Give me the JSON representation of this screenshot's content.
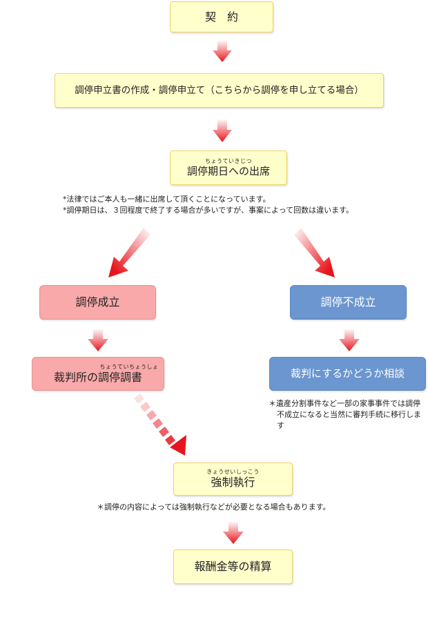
{
  "steps": {
    "contract": "契　約",
    "application": "調停申立書の作成・調停申立て（こちらから調停を申し立てる場合）",
    "hearing": "調停期日への出席",
    "hearing_ruby": "ちょうていきじつ",
    "success": "調停成立",
    "failure": "調停不成立",
    "record": "裁判所の調停調書",
    "record_ruby": "ちょうていちょうしょ",
    "judgment": "裁判にするかどうか相談",
    "enforcement": "強制執行",
    "enforcement_ruby": "きょうせいしっこう",
    "settlement": "報酬金等の精算"
  },
  "notes": {
    "hearing_note_1": "*法律ではご本人も一緒に出席して頂くことになっています。",
    "hearing_note_2": "*調停期日は、３回程度で終了する場合が多いですが、事案によって回数は違います。",
    "judgment_note": "＊遺産分割事件など一部の家事事件では調停不成立になると当然に審判手続に移行します",
    "enforcement_note": "＊調停の内容によっては強制執行などが必要となる場合もあります。"
  },
  "colors": {
    "arrow": "#e8141c",
    "yellow_box": "#ffffcc",
    "pink_box": "#f9a9a9",
    "blue_box": "#6b96cf"
  }
}
